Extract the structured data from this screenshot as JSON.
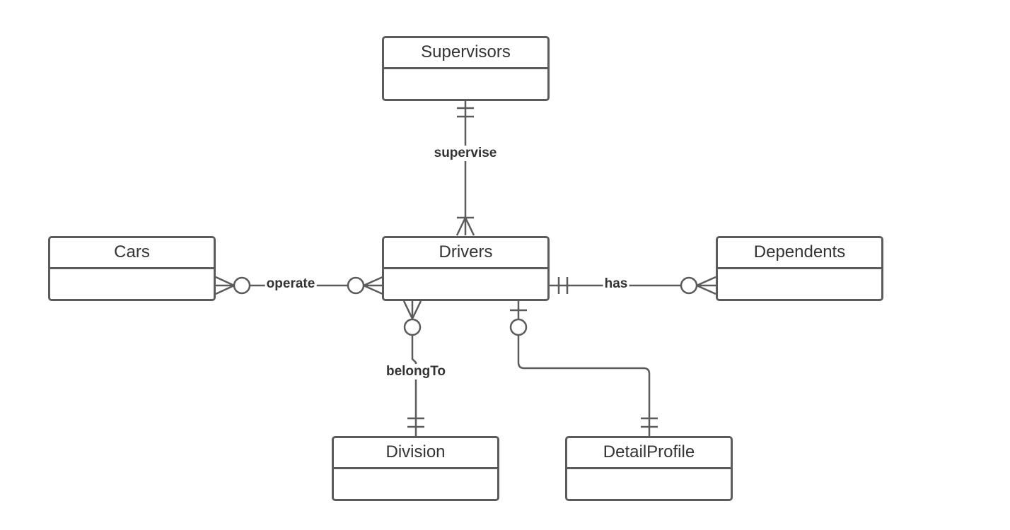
{
  "diagram": {
    "entities": {
      "supervisors": "Supervisors",
      "drivers": "Drivers",
      "cars": "Cars",
      "dependents": "Dependents",
      "division": "Division",
      "detail_profile": "DetailProfile"
    },
    "relationships": {
      "supervise": "supervise",
      "operate": "operate",
      "has": "has",
      "belong_to": "belongTo"
    },
    "stroke_color": "#5b5b5b"
  }
}
